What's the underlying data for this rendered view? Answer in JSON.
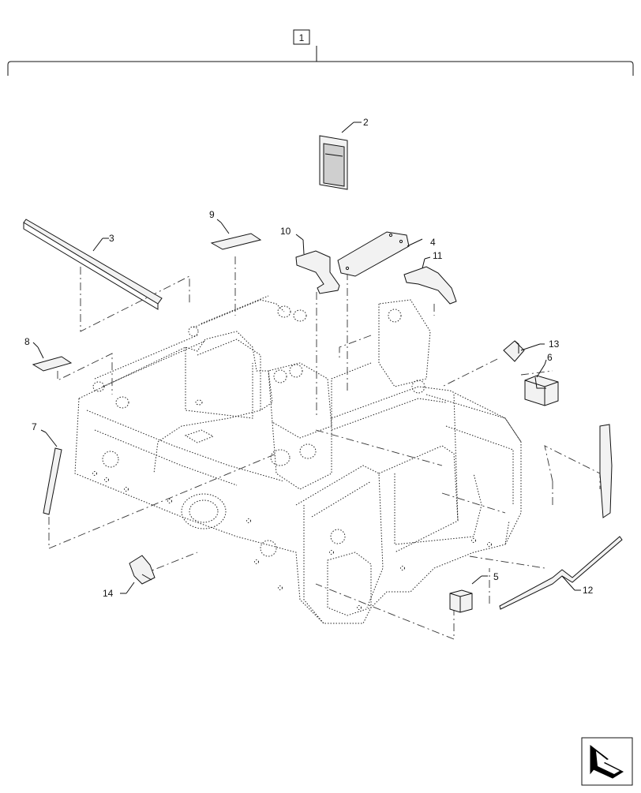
{
  "callouts": {
    "assembly": "1",
    "c2": "2",
    "c3": "3",
    "c4": "4",
    "c5": "5",
    "c6": "6",
    "c7": "7",
    "c8": "8",
    "c9": "9",
    "c10": "10",
    "c11": "11",
    "c12": "12",
    "c13": "13",
    "c14": "14"
  },
  "icons": {
    "navigation": "next-page-arrow-icon"
  }
}
